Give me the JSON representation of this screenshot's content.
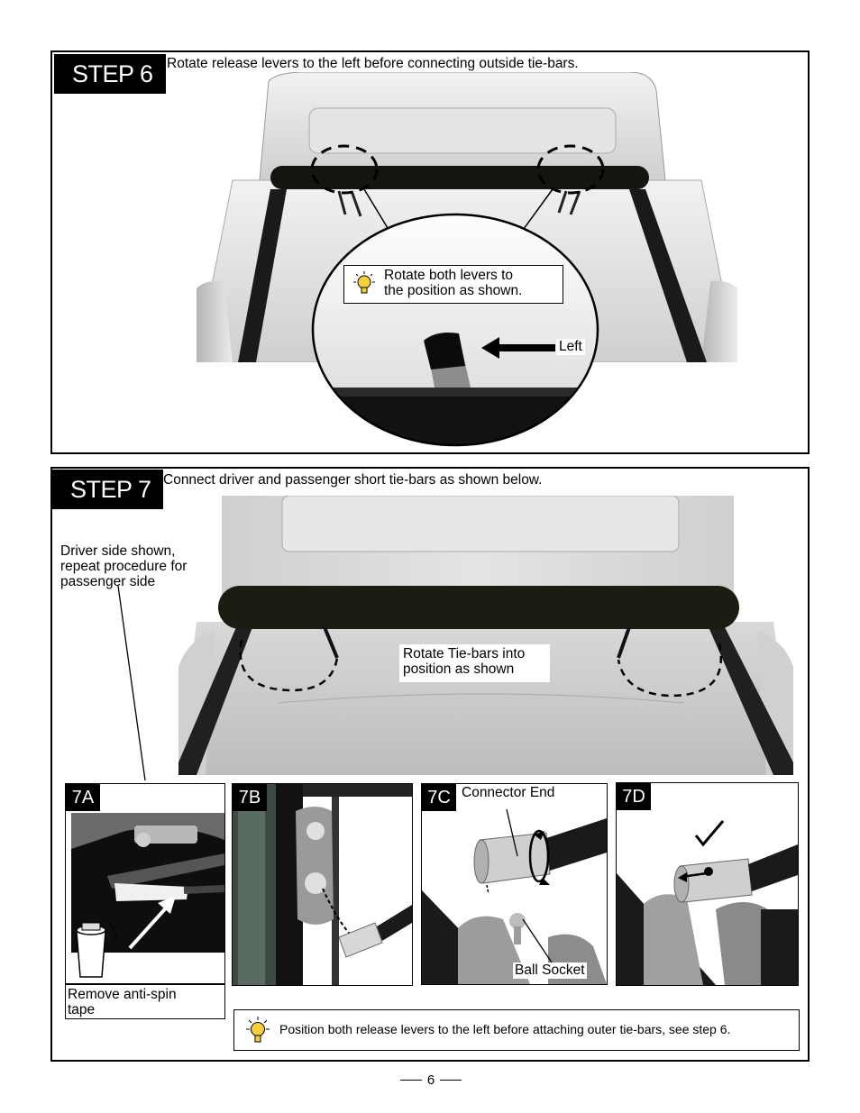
{
  "step6": {
    "label": "STEP 6",
    "instruction": "Rotate release levers to the left before connecting outside tie-bars.",
    "tip": {
      "line1": "Rotate both levers to",
      "line2": "the position as shown.",
      "icon": "lightbulb-icon"
    },
    "arrow_label": "Left"
  },
  "step7": {
    "label": "STEP 7",
    "instruction": "Connect driver and passenger short tie-bars as shown below.",
    "driver_note": {
      "line1": "Driver side shown,",
      "line2": "repeat procedure for",
      "line3": "passenger side"
    },
    "rotate_note": {
      "line1": "Rotate Tie-bars into",
      "line2": "position as shown"
    },
    "panels": {
      "a": {
        "label": "7A",
        "caption_line1": "Remove anti-spin",
        "caption_line2": "tape",
        "icon": "trash-can-icon"
      },
      "b": {
        "label": "7B"
      },
      "c": {
        "label": "7C",
        "connector_label": "Connector End",
        "socket_label": "Ball Socket"
      },
      "d": {
        "label": "7D",
        "check_icon": "checkmark-icon"
      }
    },
    "bottom_tip": {
      "text": "Position both release levers to the left before attaching outer tie-bars, see step 6.",
      "icon": "lightbulb-icon"
    }
  },
  "footer": {
    "page_number": "6"
  },
  "colors": {
    "frame": "#000000",
    "label_bg": "#000000",
    "label_text": "#ffffff",
    "truck_light": "#e6e6e6",
    "truck_mid": "#bfbfbf",
    "bar": "#1a1a14",
    "bulb": "#f4d03f"
  }
}
